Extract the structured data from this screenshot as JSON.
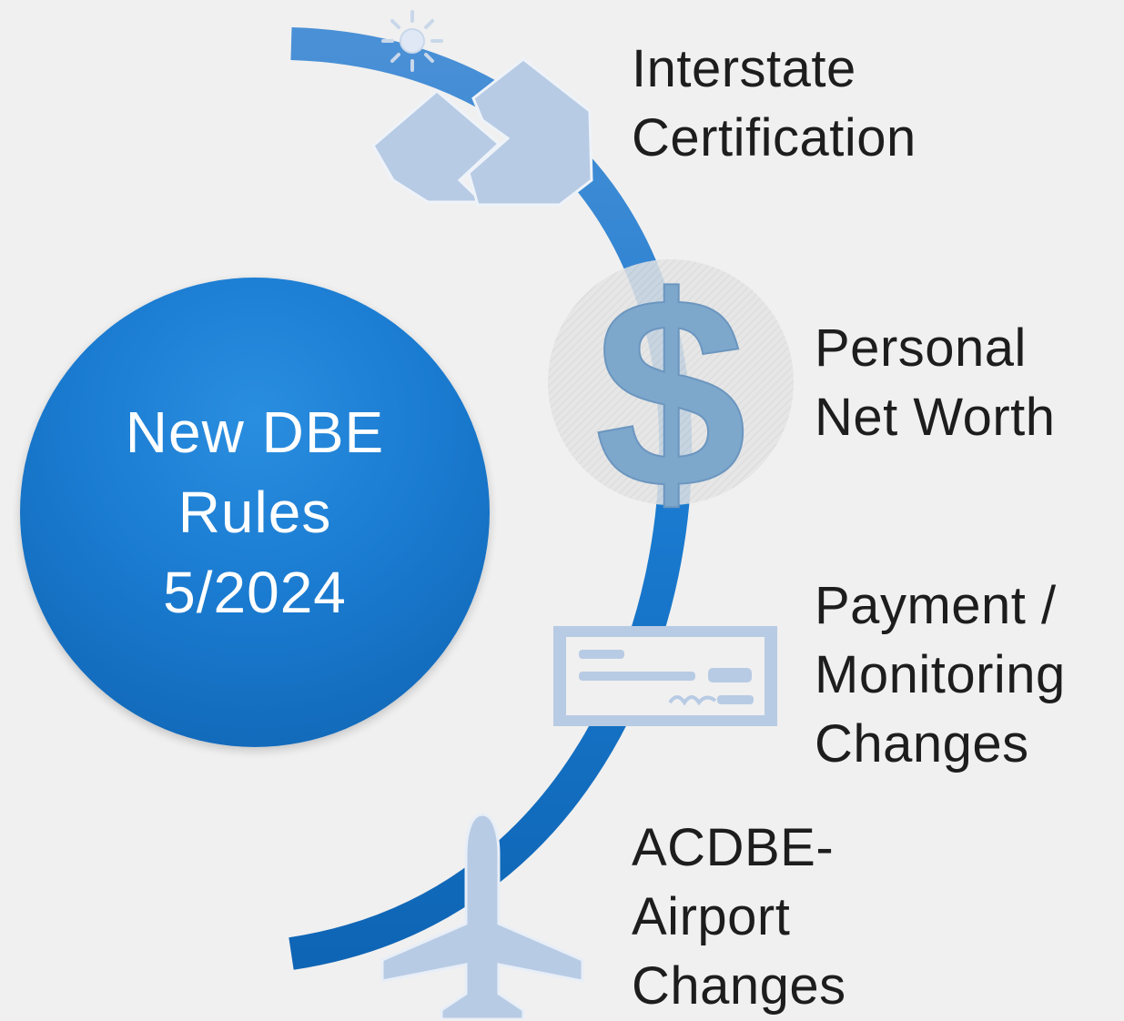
{
  "center": {
    "lines": [
      "New DBE",
      "Rules",
      "5/2024"
    ]
  },
  "items": [
    {
      "lines": [
        "Interstate",
        "Certification"
      ],
      "icon": "handshake-icon"
    },
    {
      "lines": [
        "Personal",
        "Net Worth"
      ],
      "icon": "dollar-icon"
    },
    {
      "lines": [
        "Payment /",
        "Monitoring",
        "Changes"
      ],
      "icon": "check-icon"
    },
    {
      "lines": [
        "ACDBE-",
        "Airport",
        "Changes"
      ],
      "icon": "airplane-icon"
    }
  ],
  "colors": {
    "background": "#f0f0f0",
    "arc": "#1a7bd0",
    "circle": "#1a7bd0",
    "icon": "#b8cbe4",
    "text": "#1d1d1d"
  }
}
